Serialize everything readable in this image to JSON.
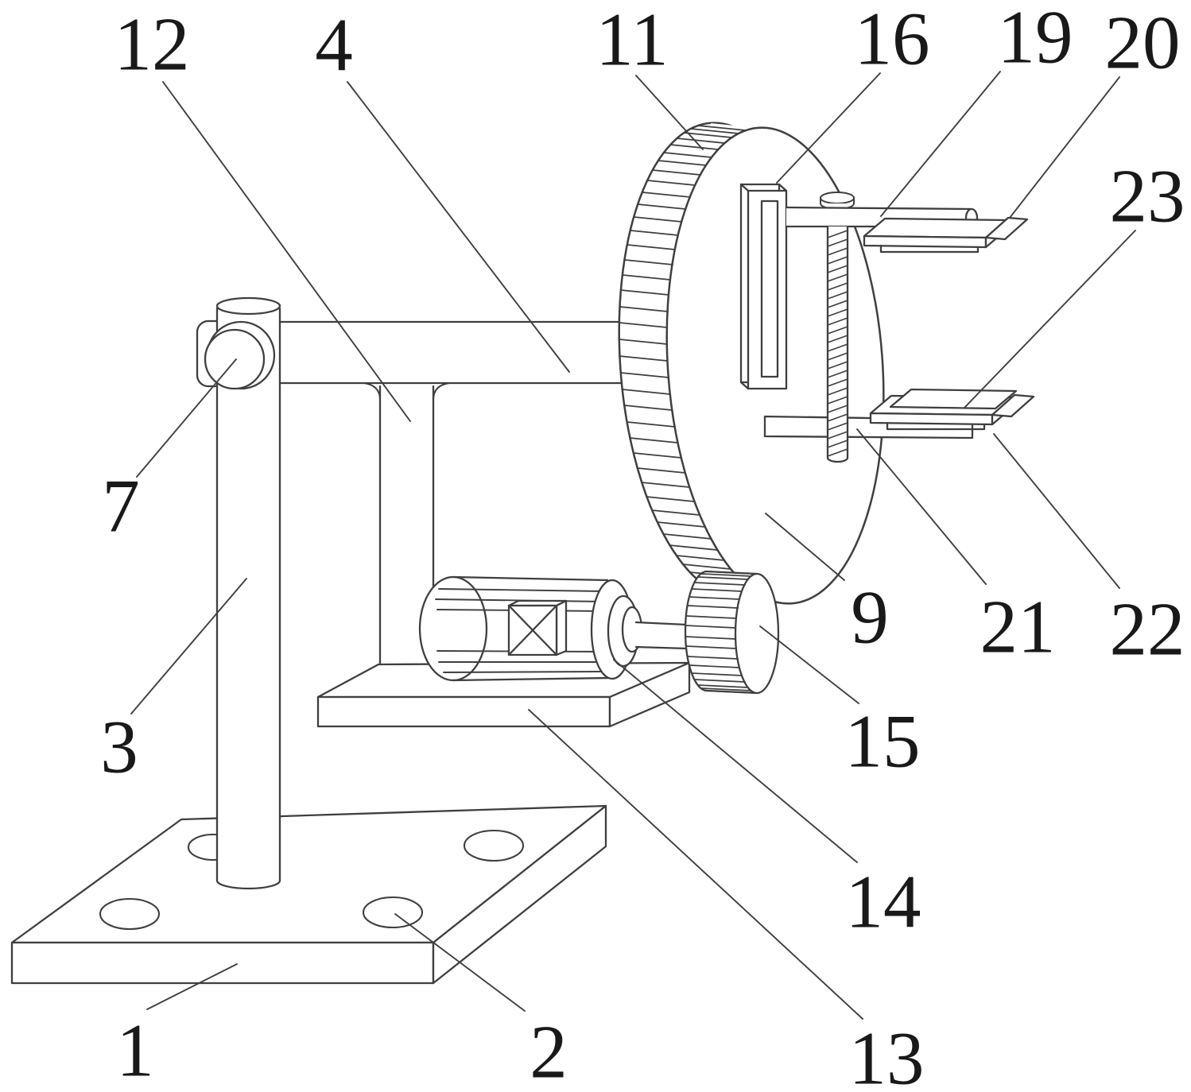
{
  "figure": {
    "kind": "patent-line-drawing",
    "background": "#ffffff",
    "line_color": "#3f3f3f",
    "label_color": "#191919"
  },
  "callouts": {
    "c1": "1",
    "c2": "2",
    "c3": "3",
    "c4": "4",
    "c7": "7",
    "c9": "9",
    "c11": "11",
    "c12": "12",
    "c13": "13",
    "c14": "14",
    "c15": "15",
    "c16": "16",
    "c19": "19",
    "c20": "20",
    "c21": "21",
    "c22": "22",
    "c23": "23"
  }
}
